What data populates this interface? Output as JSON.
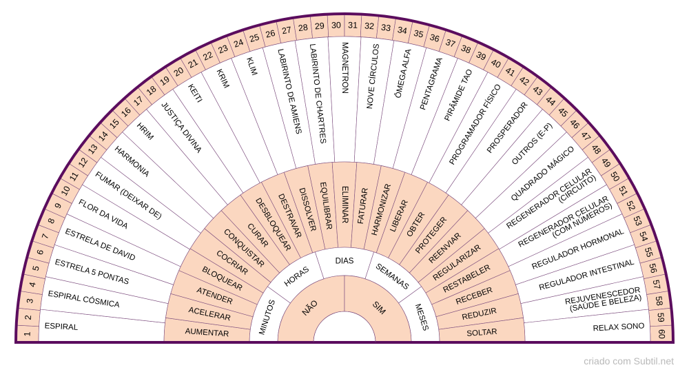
{
  "colors": {
    "peach": "#fbd7c0",
    "white": "#ffffff",
    "rim": "#5b0d5e",
    "line": "#7a4a7c",
    "credit": "#b9b9b9"
  },
  "numbers": [
    "1",
    "2",
    "3",
    "4",
    "5",
    "6",
    "7",
    "8",
    "9",
    "10",
    "11",
    "12",
    "13",
    "14",
    "15",
    "16",
    "17",
    "18",
    "19",
    "20",
    "21",
    "22",
    "23",
    "24",
    "25",
    "26",
    "27",
    "28",
    "29",
    "30",
    "31",
    "32",
    "33",
    "34",
    "35",
    "36",
    "37",
    "38",
    "39",
    "40",
    "41",
    "42",
    "43",
    "44",
    "45",
    "46",
    "47",
    "48",
    "49",
    "50",
    "51",
    "52",
    "53",
    "54",
    "55",
    "56",
    "57",
    "58",
    "59",
    "60"
  ],
  "outer_labels": [
    [
      "ESPIRAL"
    ],
    [
      "ESPIRAL CÓSMICA"
    ],
    [
      "ESTRELA 5 PONTAS"
    ],
    [
      "ESTRELA DE DAVID"
    ],
    [
      "FLOR DA VIDA"
    ],
    [
      "FUMAR (DEIXAR DE)"
    ],
    [
      "HARMONIA"
    ],
    [
      "HRIM"
    ],
    [
      "JUSTIÇA DIVINA"
    ],
    [
      "KEITI"
    ],
    [
      "KRIM"
    ],
    [
      "KLIM"
    ],
    [
      "LABIRINTO DE AMIENS"
    ],
    [
      "LABIRINTO DE CHARTRES"
    ],
    [
      "MAGNETRON"
    ],
    [
      "NOVE CÍRCULOS"
    ],
    [
      "ÔMEGA ALFA"
    ],
    [
      "PENTAGRAMA"
    ],
    [
      "PIRÂMIDE TAO"
    ],
    [
      "PROGRAMADOR FÍSICO"
    ],
    [
      "PROSPERADOR"
    ],
    [
      "OUTROS (E-P)"
    ],
    [
      "QUADRADO MÁGICO"
    ],
    [
      "REGENERADOR CELULAR",
      "(CIRCUITO)"
    ],
    [
      "REGENERADOR CELULAR",
      "(COM NÚMEROS)"
    ],
    [
      "REGULADOR HORMONAL"
    ],
    [
      "REGULADOR INTESTINAL"
    ],
    [
      "REJUVENESCEDOR",
      "(SAÚDE E BELEZA)"
    ],
    [
      "RELAX SONO"
    ]
  ],
  "actions": [
    "AUMENTAR",
    "ACELERAR",
    "ATENDER",
    "BLOQUEAR",
    "COCRIAR",
    "CONQUISTAR",
    "CURAR",
    "DESBLOQUEAR",
    "DESTRAVAR",
    "DISSOLVER",
    "EQUILIBRAR",
    "ELIMINAR",
    "FATURAR",
    "HARMONIZAR",
    "LIBERAR",
    "OBTER",
    "PROTEGER",
    "REENVIAR",
    "REGULARIZAR",
    "RESTABELER",
    "RECEBER",
    "REDUZIR",
    "SOLTAR"
  ],
  "time_units": [
    "MINUTOS",
    "HORAS",
    "DIAS",
    "SEMANAS",
    "MESES"
  ],
  "answers": [
    "NÃO",
    "SIM"
  ],
  "credit": "criado com Subtil.net"
}
